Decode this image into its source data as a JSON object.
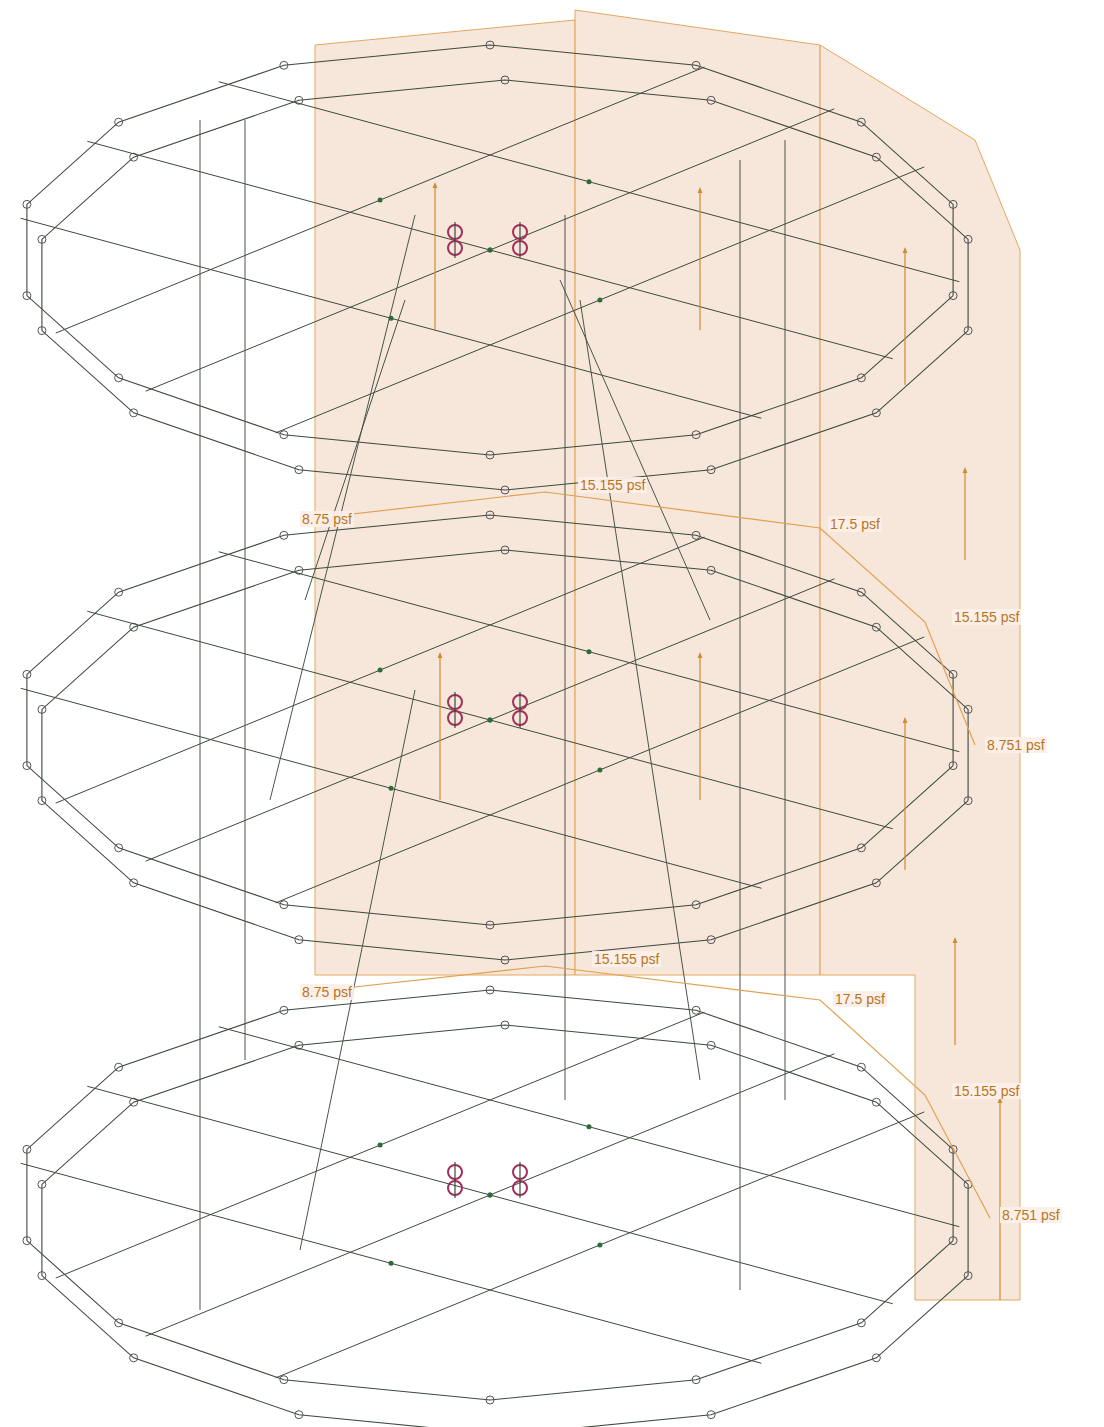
{
  "diagram": {
    "labels": [
      "15.155 psf",
      "8.75 psf",
      "17.5 psf",
      "15.155 psf",
      "8.751 psf",
      "15.155 psf",
      "8.75 psf",
      "17.5 psf",
      "15.155 psf",
      "8.751 psf"
    ]
  }
}
